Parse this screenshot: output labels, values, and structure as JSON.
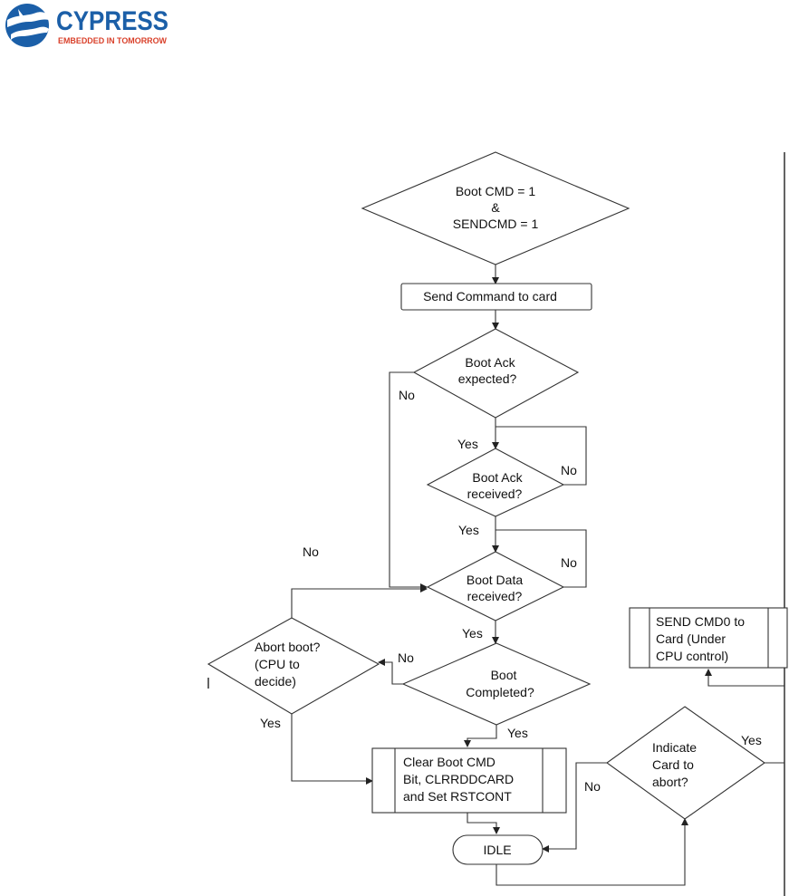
{
  "logo": {
    "brand": "CYPRESS",
    "tagline": "EMBEDDED IN TOMORROW",
    "brand_color": "#1b5fa8",
    "tagline_color": "#d9412b"
  },
  "flowchart": {
    "start": [
      "Boot CMD = 1",
      "&",
      "SENDCMD = 1"
    ],
    "send_command": [
      "Send Command to card"
    ],
    "boot_ack_expected": [
      "Boot Ack",
      "expected?"
    ],
    "boot_ack_received": [
      "Boot Ack",
      "received?"
    ],
    "boot_data_received": [
      "Boot Data",
      "received?"
    ],
    "boot_completed": [
      "Boot",
      "Completed?"
    ],
    "abort_boot": [
      "Abort boot?",
      "(CPU to",
      "decide)"
    ],
    "clear_boot": [
      "Clear Boot CMD",
      "Bit, CLRRDDCARD",
      "and Set RSTCONT"
    ],
    "idle": [
      "IDLE"
    ],
    "indicate_abort": [
      "Indicate",
      "Card to",
      "abort?"
    ],
    "send_cmd0": [
      "SEND CMD0 to",
      "Card (Under",
      "CPU control)"
    ]
  },
  "edge_labels": {
    "ack_expected_no": "No",
    "ack_expected_yes": "Yes",
    "ack_received_no": "No",
    "ack_received_yes": "Yes",
    "data_received_no": "No",
    "abort_no": "No",
    "data_received_yes": "Yes",
    "completed_no": "No",
    "abort_yes": "Yes",
    "completed_yes": "Yes",
    "indicate_no": "No",
    "indicate_yes": "Yes"
  }
}
